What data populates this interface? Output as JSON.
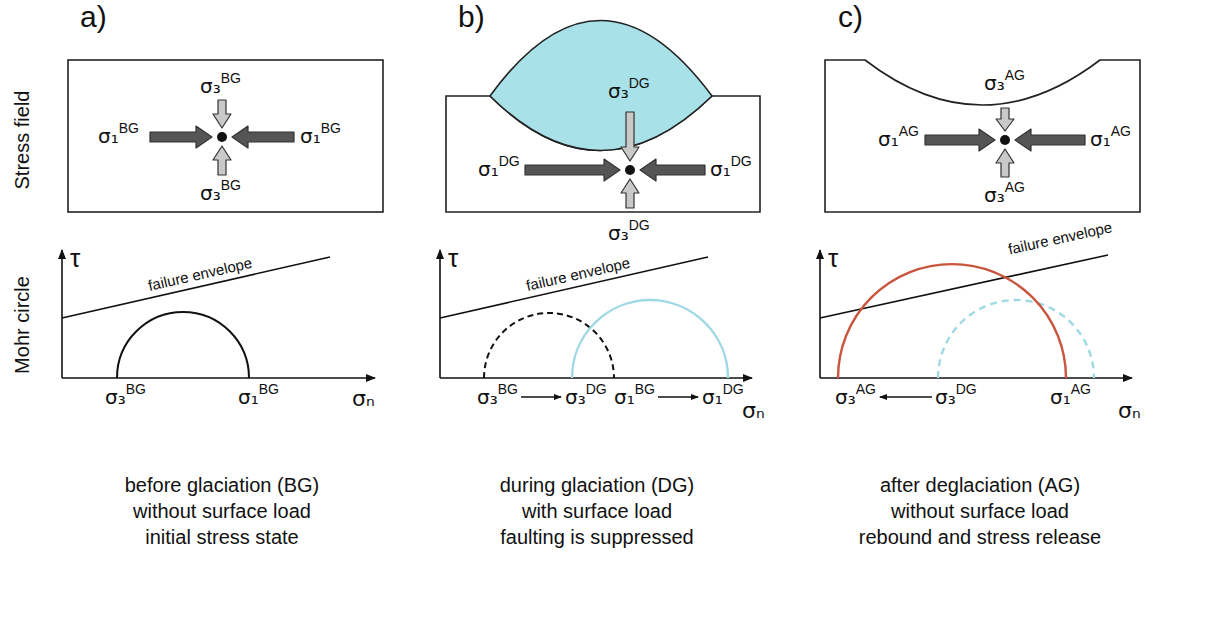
{
  "diagram": {
    "labels": [
      "a)",
      "b)",
      "c)",
      "Stress field",
      "Mohr circle",
      "σ₃",
      "BG",
      "σ₁",
      "BG",
      "σ₁",
      "BG",
      "σ₃",
      "BG",
      "σ₃",
      "DG",
      "σ₁",
      "DG",
      "σ₁",
      "DG",
      "σ₃",
      "DG",
      "σ₃",
      "AG",
      "σ₁",
      "AG",
      "σ₁",
      "AG",
      "σ₃",
      "AG",
      "τ",
      "failure envelope",
      "σ₃",
      "BG",
      "σ₁",
      "BG",
      "σₙ",
      "τ",
      "failure envelope",
      "σ₃",
      "BG",
      "σ₃",
      "DG",
      "σ₁",
      "BG",
      "σ₁",
      "DG",
      "σₙ",
      "τ",
      "failure envelope",
      "σ₃",
      "AG",
      "σ₃",
      "DG",
      "σ₁",
      "AG",
      "σₙ",
      "before glaciation (BG)",
      "without surface load",
      "initial stress state",
      "during glaciation (DG)",
      "with surface load",
      "faulting is suppressed",
      "after deglaciation (AG)",
      "without surface load",
      "rebound and stress release"
    ]
  }
}
